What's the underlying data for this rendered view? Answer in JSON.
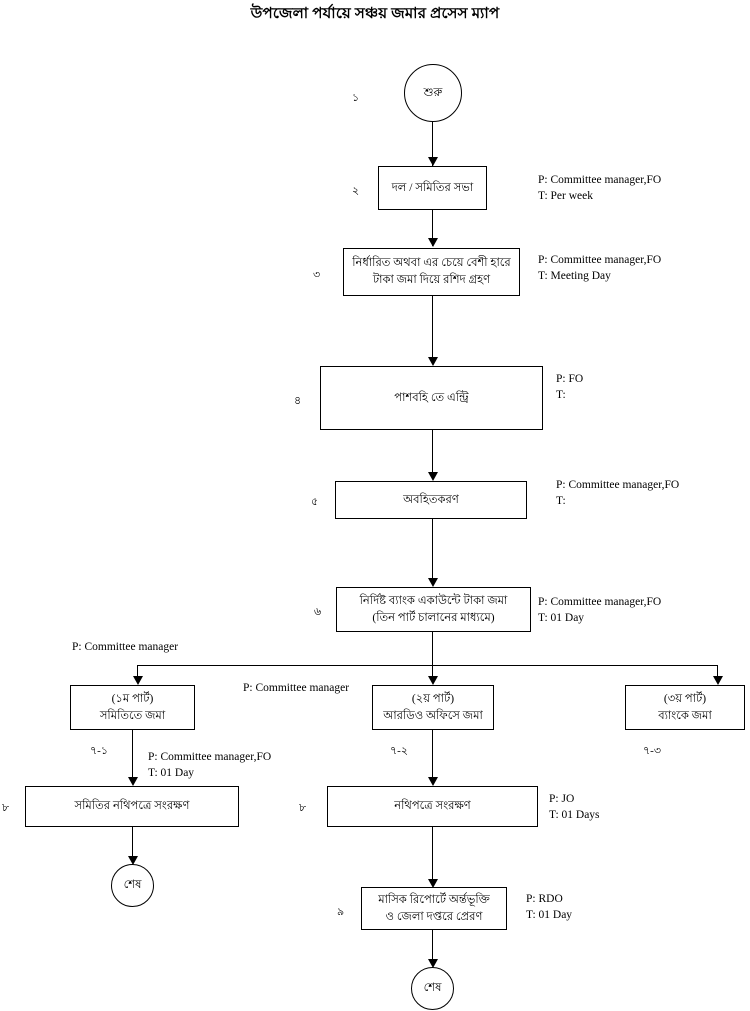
{
  "title": "উপজেলা পর্যায়ে সঞ্চয় জমার প্রসেস ম্যাপ",
  "nodes": {
    "start": {
      "label": "শুরু",
      "number": "১"
    },
    "n2": {
      "label": "দল / সমিতির সভা",
      "number": "২"
    },
    "n3": {
      "line1": "নির্ধারিত অথবা এর চেয়ে বেশী হারে",
      "line2": "টাকা জমা দিয়ে রশিদ গ্রহণ",
      "number": "৩"
    },
    "n4": {
      "label": "পাশবহি তে এন্ট্রি",
      "number": "৪"
    },
    "n5": {
      "label": "অবহিতকরণ",
      "number": "৫"
    },
    "n6": {
      "line1": "নির্দিষ্ট ব্যাংক একাউন্টে টাকা জমা",
      "line2": "(তিন পার্ট চালানের মাধ্যমে)",
      "number": "৬"
    },
    "n7_1": {
      "line1": "(১ম পার্ট)",
      "line2": "সমিতিতে জমা",
      "number": "৭-১"
    },
    "n7_2": {
      "line1": "(২য় পার্ট)",
      "line2": "আরডিও অফিসে জমা",
      "number": "৭-২"
    },
    "n7_3": {
      "line1": "(৩য় পার্ট)",
      "line2": "ব্যাংকে জমা",
      "number": "৭-৩"
    },
    "n8_left": {
      "label": "সমিতির নথিপত্রে সংরক্ষণ",
      "number": "৮",
      "number_right": "৮"
    },
    "n8_center": {
      "label": "নথিপত্রে সংরক্ষণ",
      "number": "৮"
    },
    "n9": {
      "line1": "মাসিক রিপোর্টে অর্ন্তভূক্তি",
      "line2": "ও জেলা দপ্তরে প্রেরণ",
      "number": "৯"
    },
    "end_left": {
      "label": "শেষ"
    },
    "end_center": {
      "label": "শেষ"
    }
  },
  "annotations": {
    "a2": {
      "p": "P:  Committee manager,FO",
      "t": "T:  Per week"
    },
    "a3": {
      "p": "P:  Committee manager,FO",
      "t": "T:  Meeting Day"
    },
    "a4": {
      "p": "P:  FO",
      "t": "T:"
    },
    "a5": {
      "p": "P:  Committee manager,FO",
      "t": "T:"
    },
    "a6": {
      "p": "P:  Committee manager,FO",
      "t": "T:  01 Day"
    },
    "a7_1": {
      "p": "P:  Committee manager"
    },
    "a7_2": {
      "p": "P:  Committee manager"
    },
    "a8_left": {
      "p": "P:  Committee manager,FO",
      "t": "T:  01 Day"
    },
    "a8_center": {
      "p": "P: JO",
      "t": "T: 01 Days"
    },
    "a9": {
      "p": "P: RDO",
      "t": "T:  01 Day"
    }
  },
  "colors": {
    "stroke": "#000000",
    "background": "#ffffff",
    "text": "#000000"
  }
}
